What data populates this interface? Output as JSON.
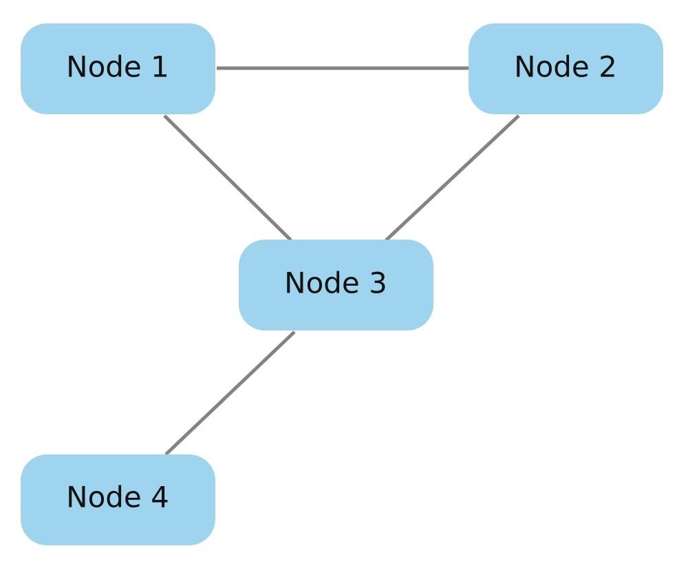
{
  "colors": {
    "node_fill": "#9fd4ef",
    "edge": "#85837f",
    "text": "#111111",
    "background": "#ffffff"
  },
  "nodes": [
    {
      "id": "n1",
      "label": "Node 1"
    },
    {
      "id": "n2",
      "label": "Node 2"
    },
    {
      "id": "n3",
      "label": "Node 3"
    },
    {
      "id": "n4",
      "label": "Node 4"
    }
  ],
  "edges": [
    {
      "from": "n1",
      "to": "n2"
    },
    {
      "from": "n1",
      "to": "n3"
    },
    {
      "from": "n2",
      "to": "n3"
    },
    {
      "from": "n3",
      "to": "n4"
    }
  ]
}
